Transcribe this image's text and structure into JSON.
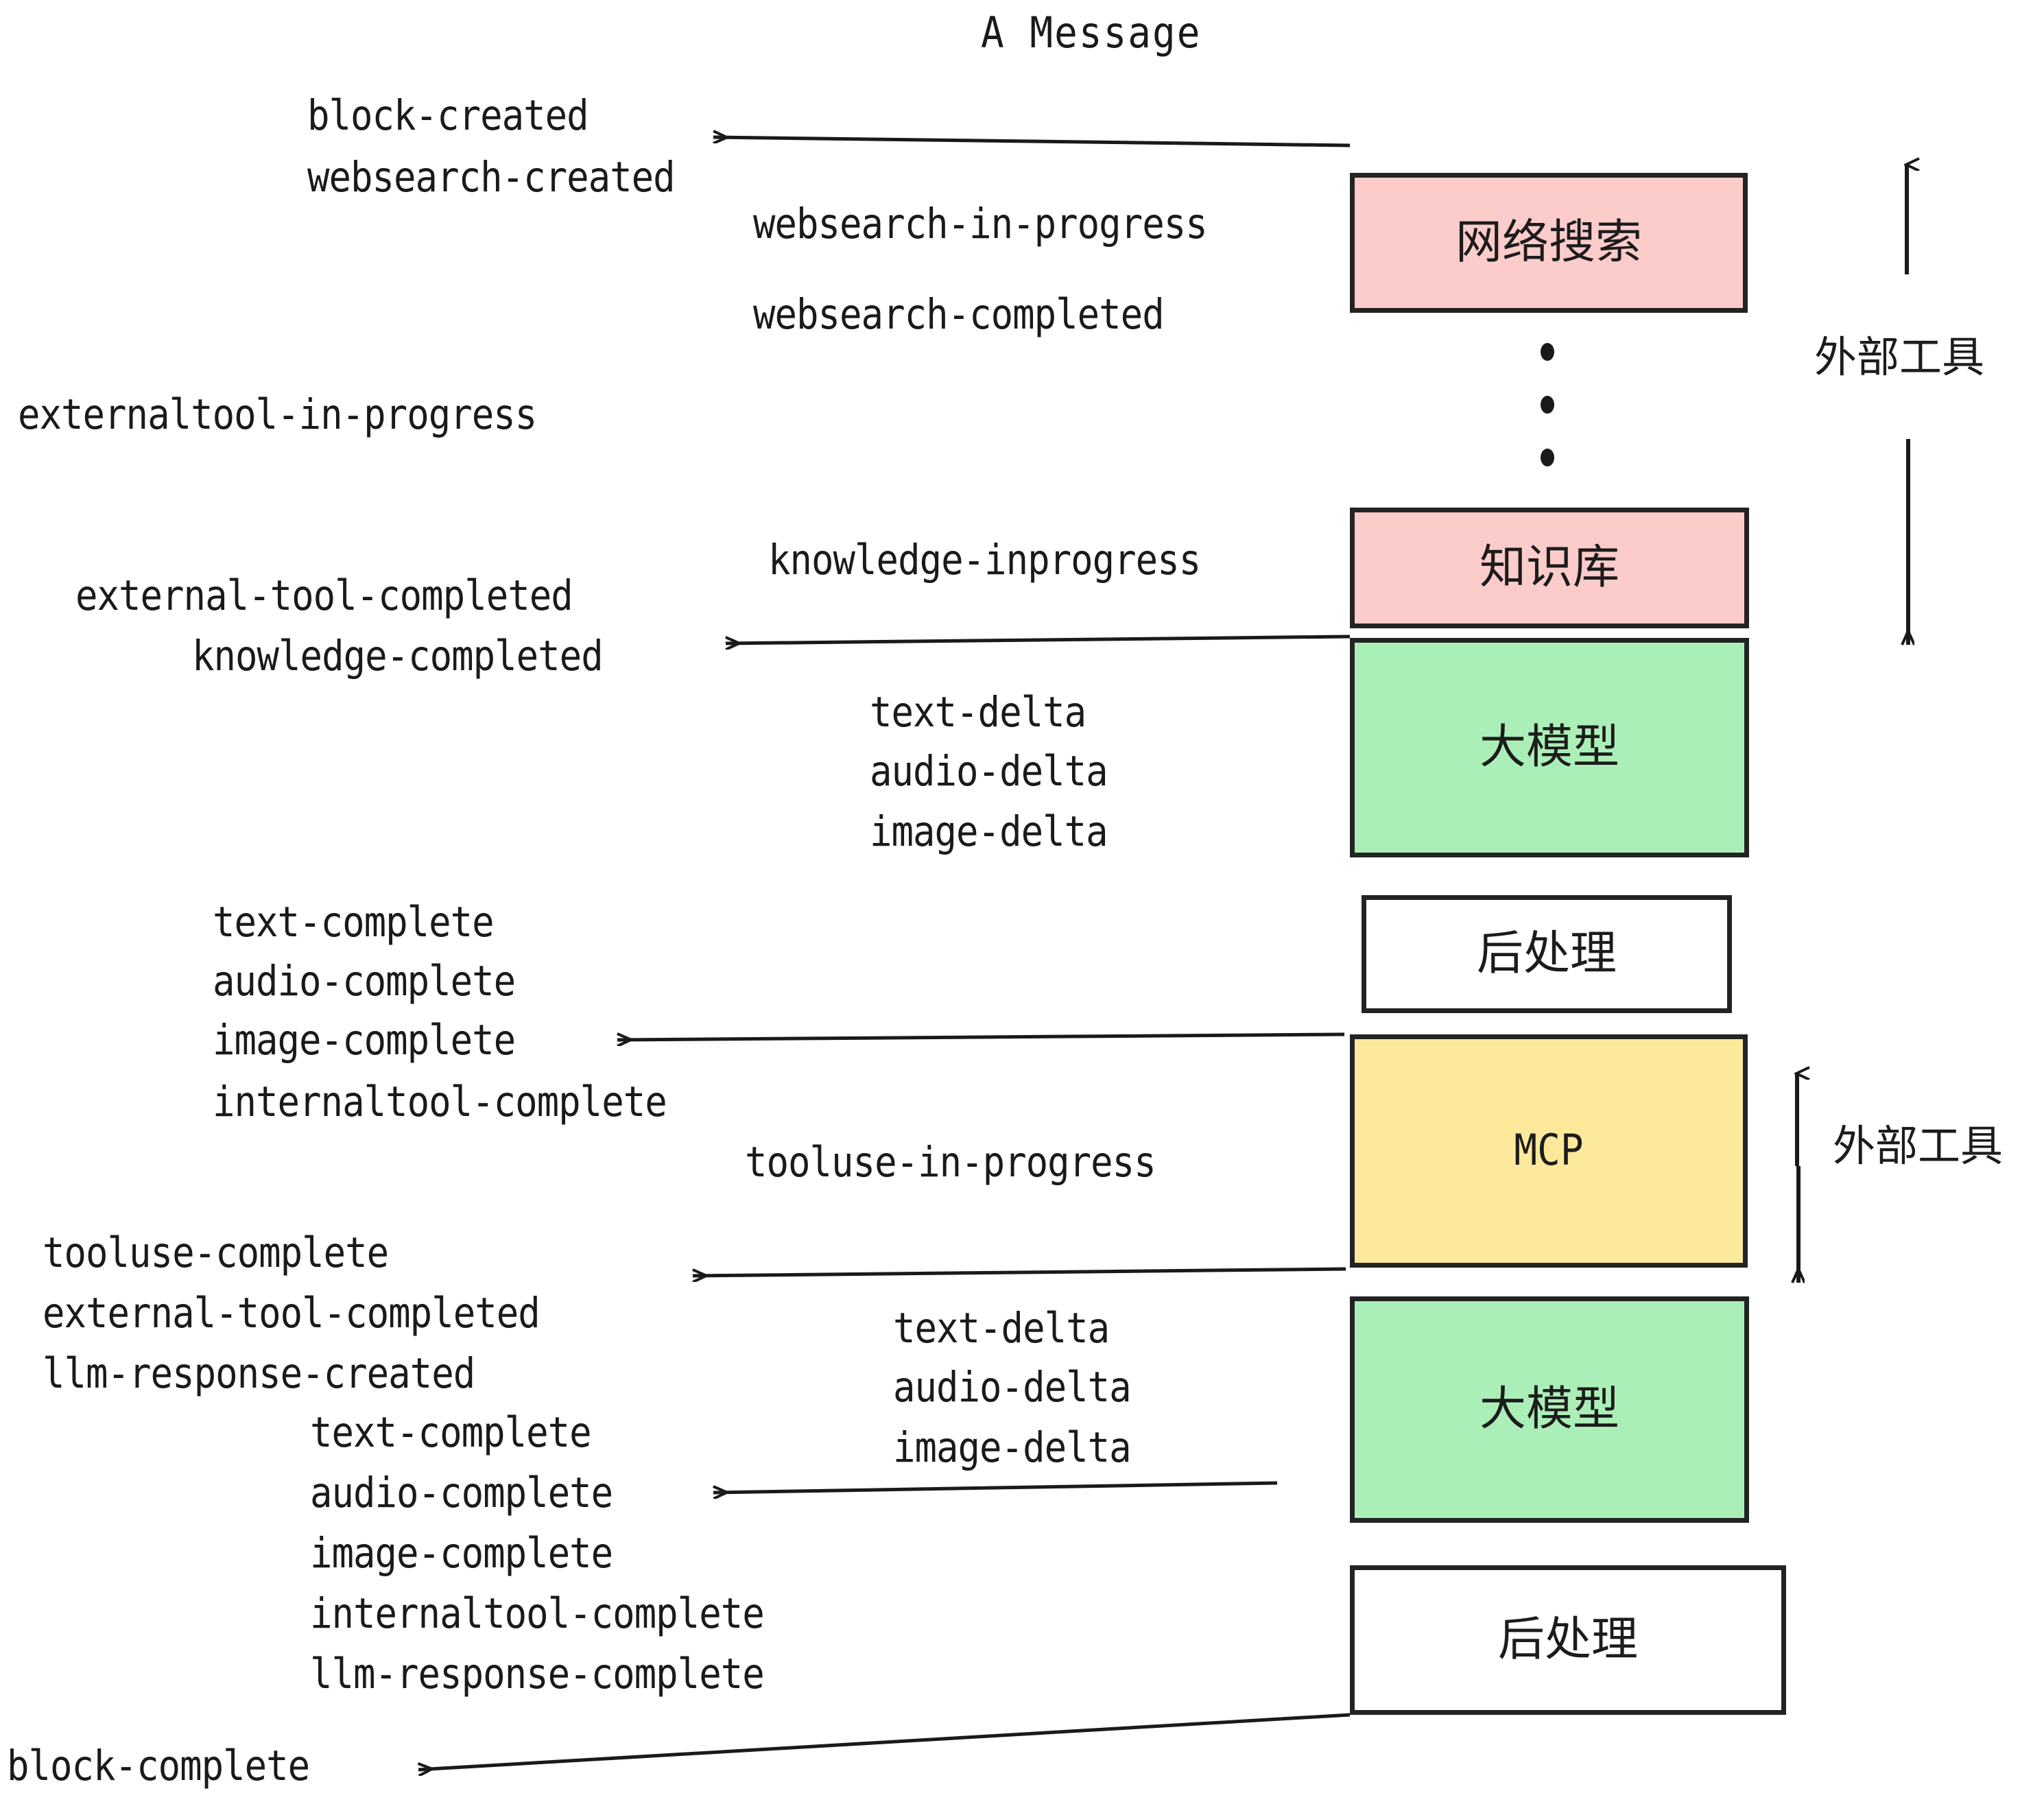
{
  "title": "A Message",
  "boxes": [
    {
      "id": "websearch",
      "label": "网络搜索",
      "color": "#FCCCCB"
    },
    {
      "id": "knowledge",
      "label": "知识库",
      "color": "#FCCCCB"
    },
    {
      "id": "llm1",
      "label": "大模型",
      "color": "#ABEFB8"
    },
    {
      "id": "post1",
      "label": "后处理",
      "color": "#FFFFFF"
    },
    {
      "id": "mcp",
      "label": "MCP",
      "color": "#FCE99B"
    },
    {
      "id": "llm2",
      "label": "大模型",
      "color": "#ABEFB8"
    },
    {
      "id": "post2",
      "label": "后处理",
      "color": "#FFFFFF"
    }
  ],
  "side_labels": {
    "external_tool_top": "外部工具",
    "external_tool_bottom": "外部工具"
  },
  "events": {
    "block_created": "block-created",
    "websearch_created": "websearch-created",
    "websearch_in_progress": "websearch-in-progress",
    "websearch_completed": "websearch-completed",
    "externaltool_in_progress": "externaltool-in-progress",
    "knowledge_inprogress": "knowledge-inprogress",
    "external_tool_completed_1": "external-tool-completed",
    "knowledge_completed": "knowledge-completed",
    "text_delta_1": "text-delta",
    "audio_delta_1": "audio-delta",
    "image_delta_1": "image-delta",
    "text_complete_1": "text-complete",
    "audio_complete_1": "audio-complete",
    "image_complete_1": "image-complete",
    "internaltool_complete_1": "internaltool-complete",
    "tooluse_in_progress": "tooluse-in-progress",
    "tooluse_complete": "tooluse-complete",
    "external_tool_completed_2": "external-tool-completed",
    "llm_response_created": "llm-response-created",
    "text_delta_2": "text-delta",
    "audio_delta_2": "audio-delta",
    "image_delta_2": "image-delta",
    "text_complete_2": "text-complete",
    "audio_complete_2": "audio-complete",
    "image_complete_2": "image-complete",
    "internaltool_complete_2": "internaltool-complete",
    "llm_response_complete": "llm-response-complete",
    "block_complete": "block-complete"
  },
  "colors": {
    "pink": "#FCCCCB",
    "green": "#ABEFB8",
    "yellow": "#FCE99B",
    "white": "#FFFFFF",
    "stroke": "#232323",
    "text": "#1A1A1A"
  }
}
